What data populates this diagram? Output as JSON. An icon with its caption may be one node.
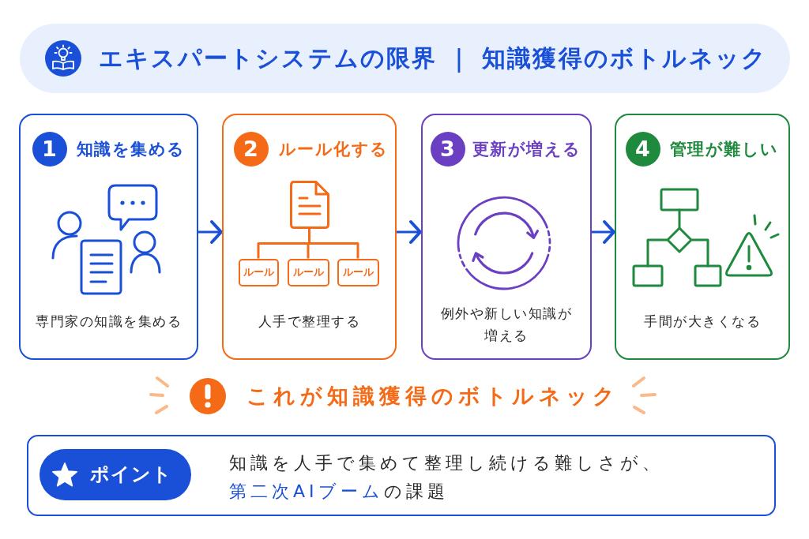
{
  "diagram": {
    "title": "エキスパートシステムの限界 ｜ 知識獲得のボトルネック",
    "nodes": [
      {
        "text": [
          "知識を集める",
          "専門家の知識を集める"
        ]
      },
      {
        "text": [
          "1"
        ],
        "in": 0
      },
      {
        "text": [
          "ルール化する",
          "人手で整理する"
        ]
      },
      {
        "text": [
          "2"
        ],
        "in": 2
      },
      {
        "text": [],
        "shape": "document",
        "in": 2
      },
      {
        "text": [
          "ルール"
        ],
        "in": 2
      },
      {
        "text": [
          "ルール"
        ],
        "in": 2
      },
      {
        "text": [
          "ルール"
        ],
        "in": 2
      },
      {
        "text": [
          "更新が増える",
          "例外や新しい知識が増える"
        ]
      },
      {
        "text": [
          "3"
        ],
        "in": 8
      },
      {
        "text": [
          "管理が難しい",
          "手間が大きくなる"
        ]
      },
      {
        "text": [
          "4"
        ],
        "in": 10
      },
      {
        "text": [
          "知識を人手で集めて整理し続ける難しさが、**第二次AIブーム**の課題"
        ]
      },
      {
        "text": [
          "ポイント"
        ],
        "in": 12
      }
    ],
    "edges": [
      {
        "from": 0,
        "to": 2,
        "arrow": "to"
      },
      {
        "from": 2,
        "to": 8,
        "arrow": "to"
      },
      {
        "from": 8,
        "to": 10,
        "arrow": "to"
      },
      {
        "from": 4,
        "to": 5,
        "arrow": "none",
        "color": "#f56a16"
      },
      {
        "from": 4,
        "to": 6,
        "arrow": "none",
        "color": "#f56a16"
      },
      {
        "from": 4,
        "to": 7,
        "arrow": "none",
        "color": "#f56a16"
      }
    ],
    "labels": [
      "これが知識獲得のボトルネック"
    ]
  }
}
